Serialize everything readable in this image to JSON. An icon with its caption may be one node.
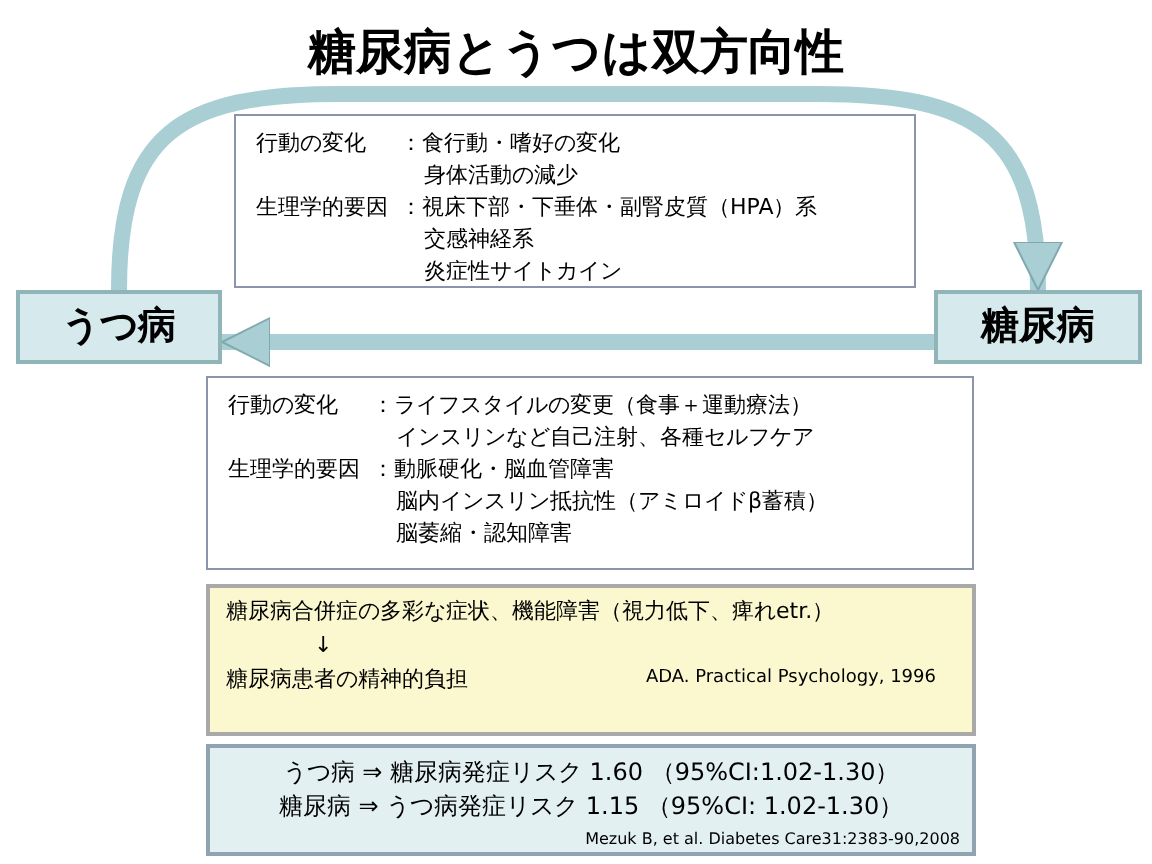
{
  "diagram": {
    "title": "糖尿病とうつは双方向性",
    "nodes": [
      {
        "text": [
          "うつ病"
        ]
      },
      {
        "text": [
          "糖尿病"
        ]
      },
      {
        "text": [
          "行動の変化",
          "：食行動・嗜好の変化",
          "身体活動の減少",
          "生理学的要因",
          "：視床下部・下垂体・副腎皮質（HPA）系",
          "交感神経系",
          "炎症性サイトカイン"
        ]
      },
      {
        "text": [
          "行動の変化",
          "：ライフスタイルの変更（食事＋運動療法）",
          "インスリンなど自己注射、各種セルフケア",
          "生理学的要因",
          "：動脈硬化・脳血管障害",
          "脳内インスリン抵抗性（アミロイドβ蓄積）",
          "脳萎縮・認知障害"
        ]
      },
      {
        "text": [
          "糖尿病合併症の多彩な症状、機能障害（視力低下、痺れetr.）",
          "↓",
          "糖尿病患者の精神的負担",
          "ADA. Practical Psychology, 1996"
        ]
      },
      {
        "text": [
          "うつ病 ⇒ 糖尿病発症リスク 1.60 （95%CI:1.02-1.30）",
          "糖尿病 ⇒ うつ病発症リスク 1.15 （95%CI: 1.02-1.30）",
          "Mezuk B, et al. Diabetes Care31:2383-90,2008"
        ]
      }
    ],
    "edges": [
      {
        "from": 0,
        "to": 1,
        "arrow": "to"
      },
      {
        "from": 1,
        "to": 0,
        "arrow": "to"
      }
    ]
  }
}
